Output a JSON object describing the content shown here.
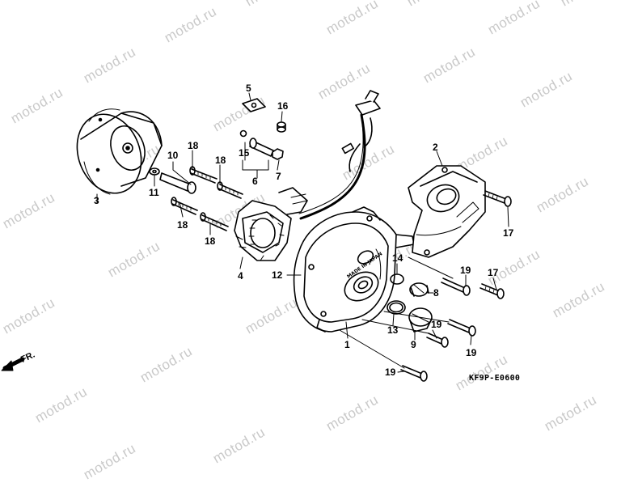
{
  "watermark": "motod.ru",
  "diagram_code": "KF9P-E0600",
  "direction_label": "FR.",
  "part_numbers": {
    "p1": "1",
    "p2": "2",
    "p3": "3",
    "p4": "4",
    "p5": "5",
    "p6": "6",
    "p7": "7",
    "p8": "8",
    "p9": "9",
    "p10": "10",
    "p11": "11",
    "p12": "12",
    "p13": "13",
    "p14": "14",
    "p15": "15",
    "p16": "16",
    "p17": "17",
    "p18": "18",
    "p19": "19"
  },
  "cover_text": "MADE IN JAPAN"
}
